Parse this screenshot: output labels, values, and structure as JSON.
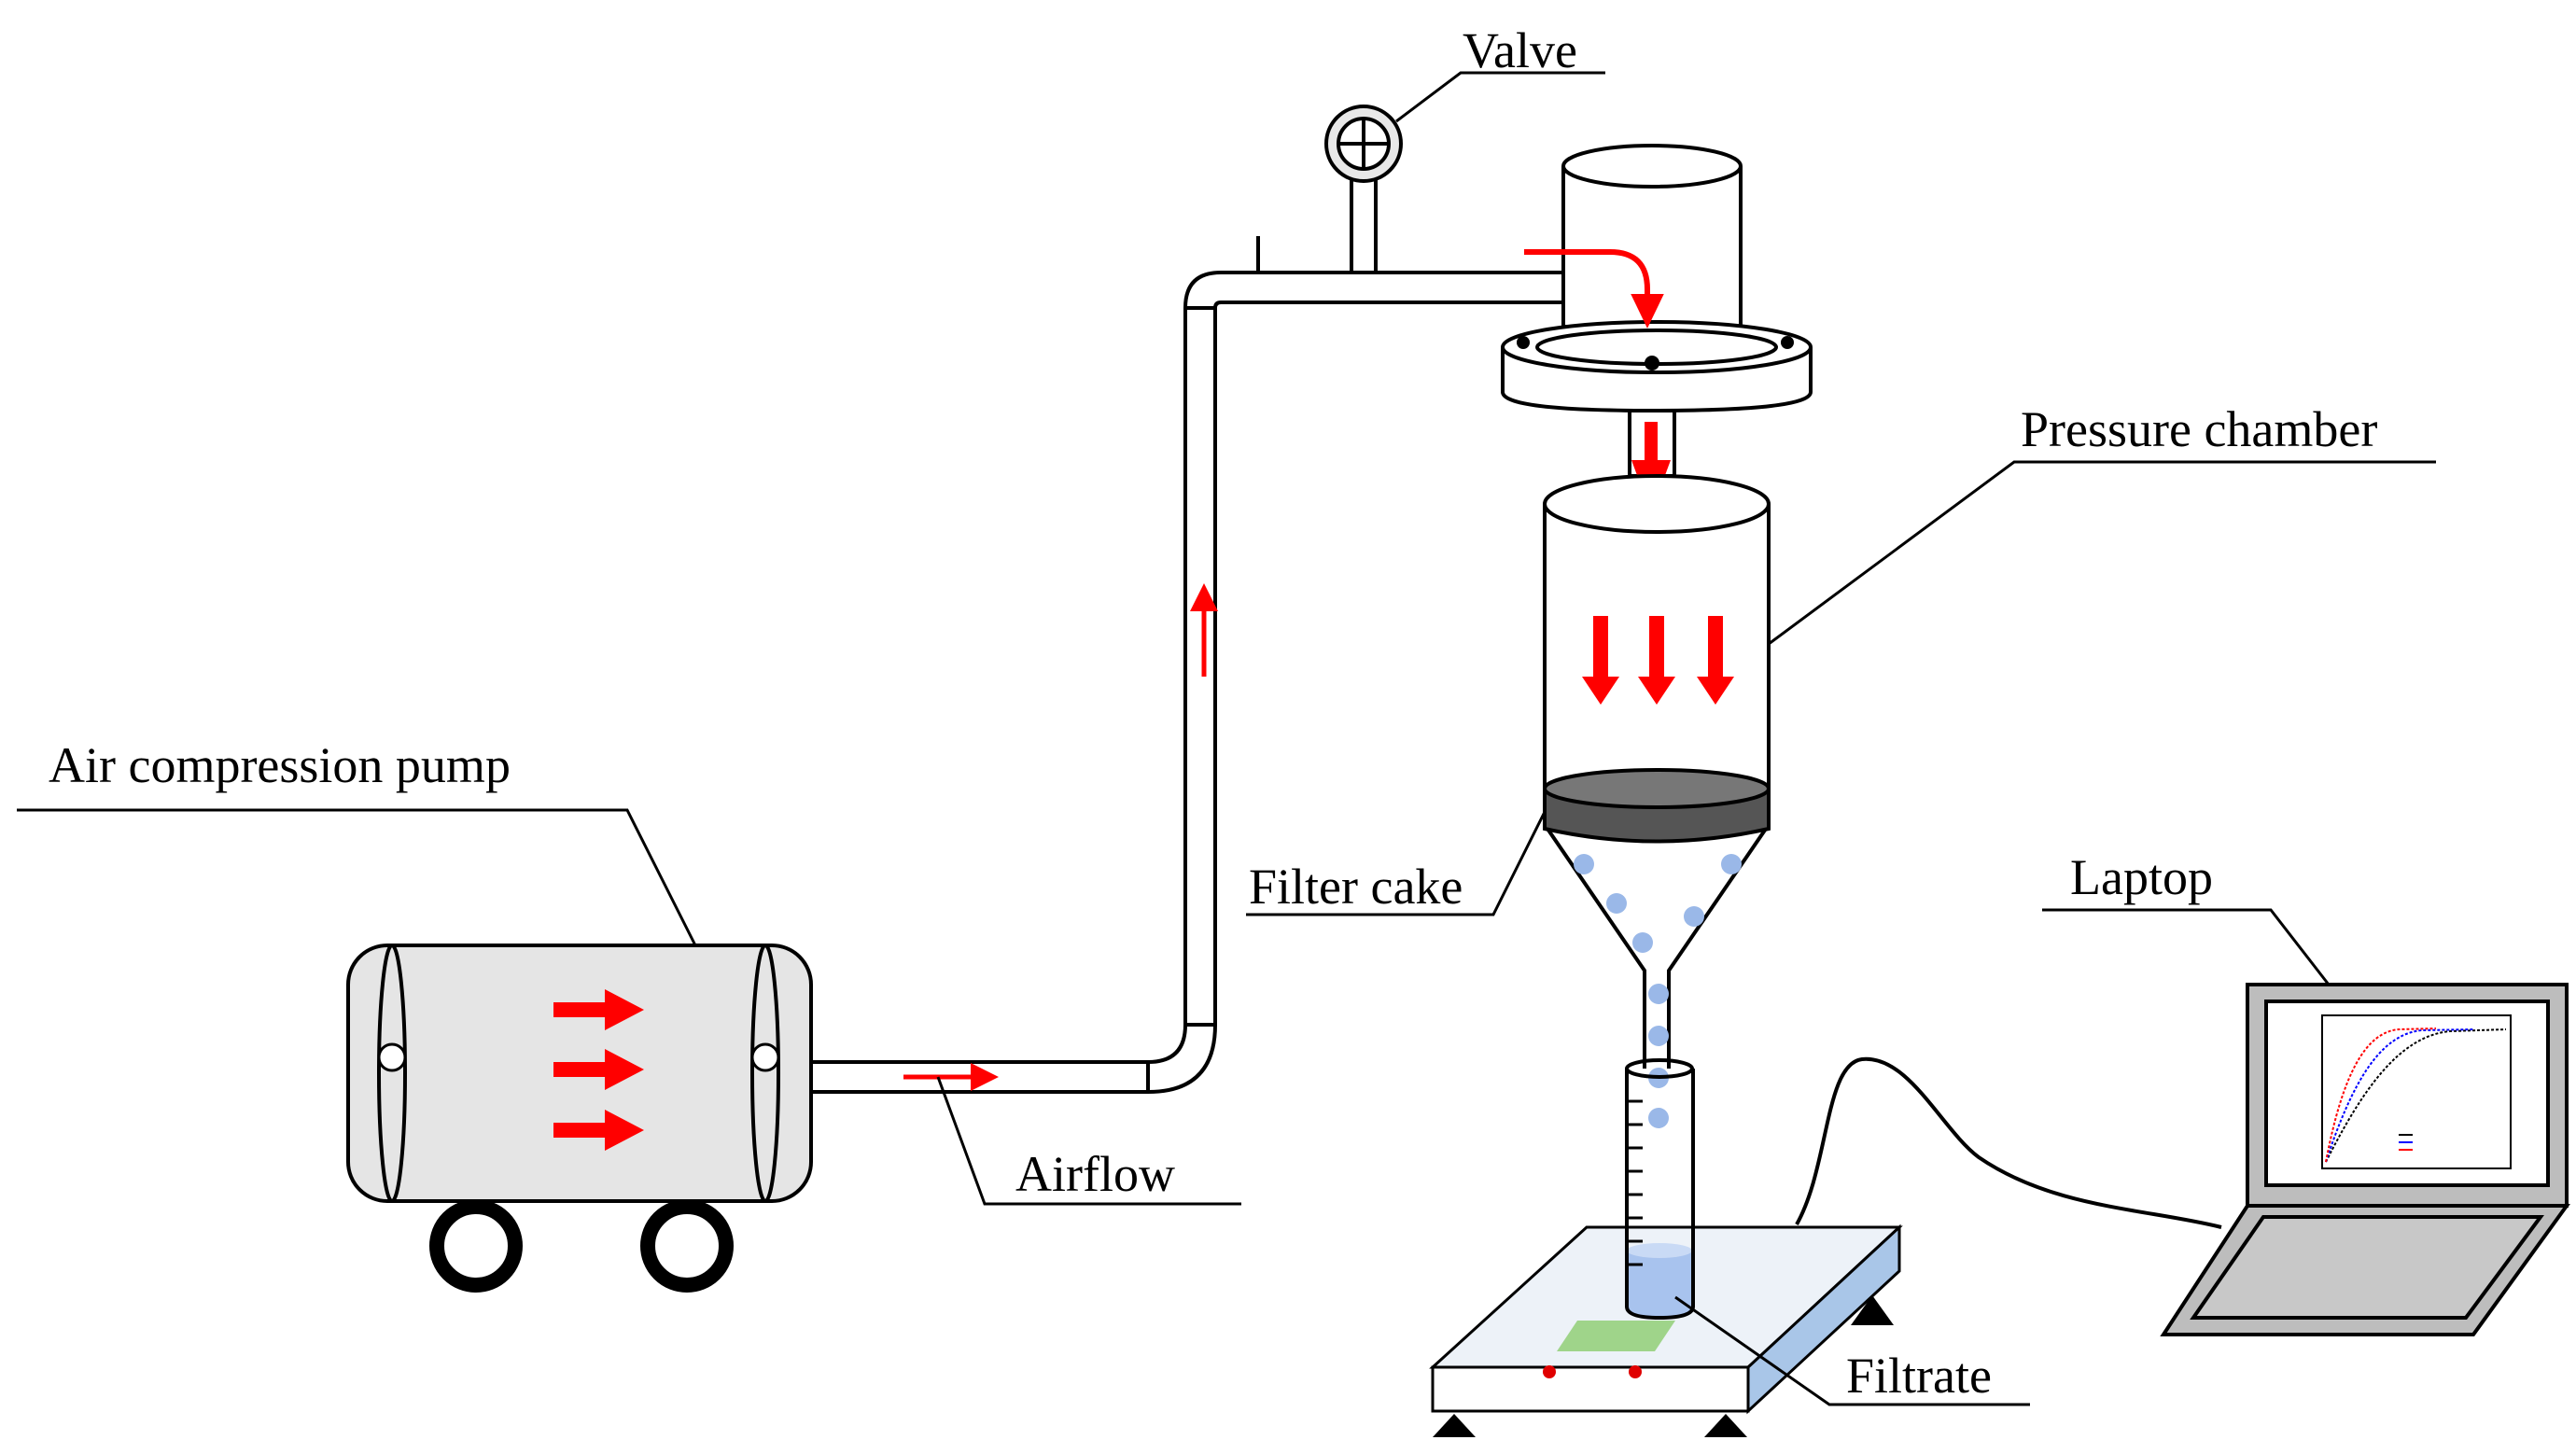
{
  "labels": {
    "valve": "Valve",
    "pressure_chamber": "Pressure chamber",
    "air_compression_pump": "Air compression pump",
    "filter_cake": "Filter cake",
    "laptop": "Laptop",
    "airflow": "Airflow",
    "filtrate": "Filtrate"
  },
  "colors": {
    "airflow_arrow": "#ff0000",
    "pump_body": "#e5e5e5",
    "filter_cake": "#555555",
    "filtrate_droplet": "#9ab8e8",
    "filtrate_liquid": "#a8c3ee",
    "balance_top": "#edf2f8",
    "balance_side": "#a9c6e8",
    "sensor_pad": "#9fd48a",
    "sensor_dot": "#e00000",
    "laptop_frame": "#bdbdbd",
    "laptop_keyboard": "#c8c8c8",
    "screen_series": [
      "#000000",
      "#0000ff",
      "#ff0000"
    ]
  },
  "icons": {
    "valve": "valve-crosshair-icon",
    "support": "triangle-support-icon",
    "wheel": "wheel-icon"
  }
}
